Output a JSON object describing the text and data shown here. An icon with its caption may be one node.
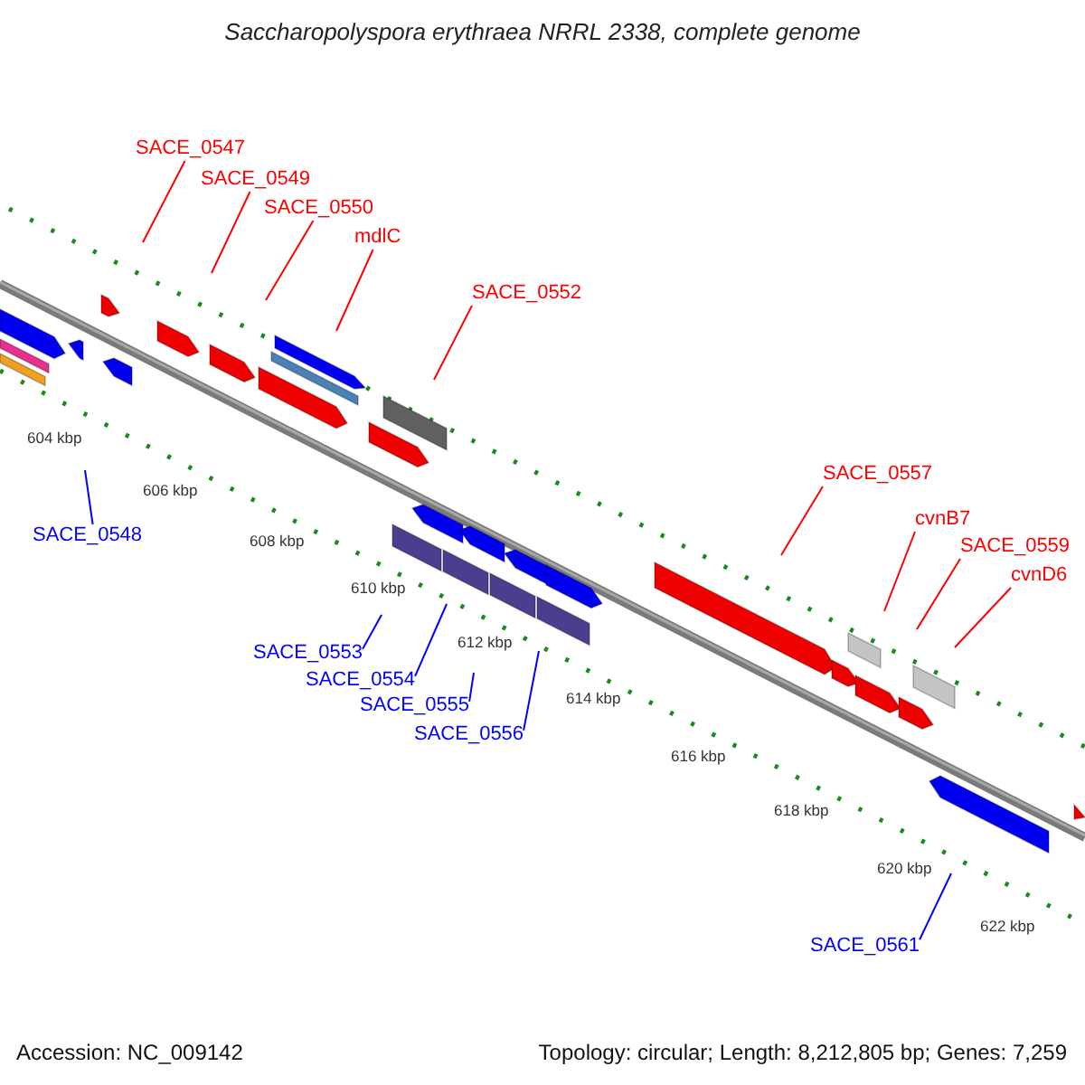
{
  "diagram": {
    "title": "Saccharopolyspora erythraea NRRL 2338, complete genome",
    "nodes": [
      {
        "text": [
          "SACE_0547"
        ]
      },
      {
        "text": [
          "SACE_0549"
        ]
      },
      {
        "text": [
          "SACE_0550"
        ]
      },
      {
        "text": [
          "mdlC"
        ]
      },
      {
        "text": [
          "SACE_0552"
        ]
      },
      {
        "text": [
          "SACE_0557"
        ]
      },
      {
        "text": [
          "cvnB7"
        ]
      },
      {
        "text": [
          "SACE_0548"
        ]
      },
      {
        "text": [
          "SACE_0559"
        ]
      },
      {
        "text": [
          "cvnD6"
        ]
      },
      {
        "text": [
          "SACE_0553"
        ]
      },
      {
        "text": [
          "SACE_0554"
        ]
      },
      {
        "text": [
          "SACE_0555"
        ]
      },
      {
        "text": [
          "SACE_0556"
        ]
      },
      {
        "text": [
          "SACE_0561"
        ]
      }
    ],
    "edges": [
      {
        "from": 0,
        "to": null,
        "arrow": "none"
      },
      {
        "from": 1,
        "to": null,
        "arrow": "none"
      },
      {
        "from": 2,
        "to": null,
        "arrow": "none"
      },
      {
        "from": 3,
        "to": null,
        "arrow": "none"
      },
      {
        "from": 4,
        "to": null,
        "arrow": "none"
      },
      {
        "from": 5,
        "to": null,
        "arrow": "none"
      },
      {
        "from": 6,
        "to": null,
        "arrow": "none"
      },
      {
        "from": 7,
        "to": null,
        "arrow": "none",
        "color": "#0000ff"
      },
      {
        "from": 8,
        "to": null,
        "arrow": "none"
      },
      {
        "from": 9,
        "to": null,
        "arrow": "none"
      },
      {
        "from": 10,
        "to": null,
        "arrow": "none",
        "color": "#0000ff"
      },
      {
        "from": 11,
        "to": null,
        "arrow": "none",
        "color": "#0000ff"
      },
      {
        "from": 12,
        "to": null,
        "arrow": "none",
        "color": "#0000ff"
      },
      {
        "from": 13,
        "to": null,
        "arrow": "none",
        "color": "#0000ff"
      },
      {
        "from": 14,
        "to": null,
        "arrow": "none",
        "color": "#0000ff"
      }
    ],
    "labels": [
      "604 kbp",
      "606 kbp",
      "608 kbp",
      "610 kbp",
      "612 kbp",
      "614 kbp",
      "616 kbp",
      "618 kbp",
      "620 kbp",
      "622 kbp",
      "Accession: NC_009142",
      "Topology: circular; Length: 8,212,805 bp; Genes: 7,259"
    ]
  }
}
